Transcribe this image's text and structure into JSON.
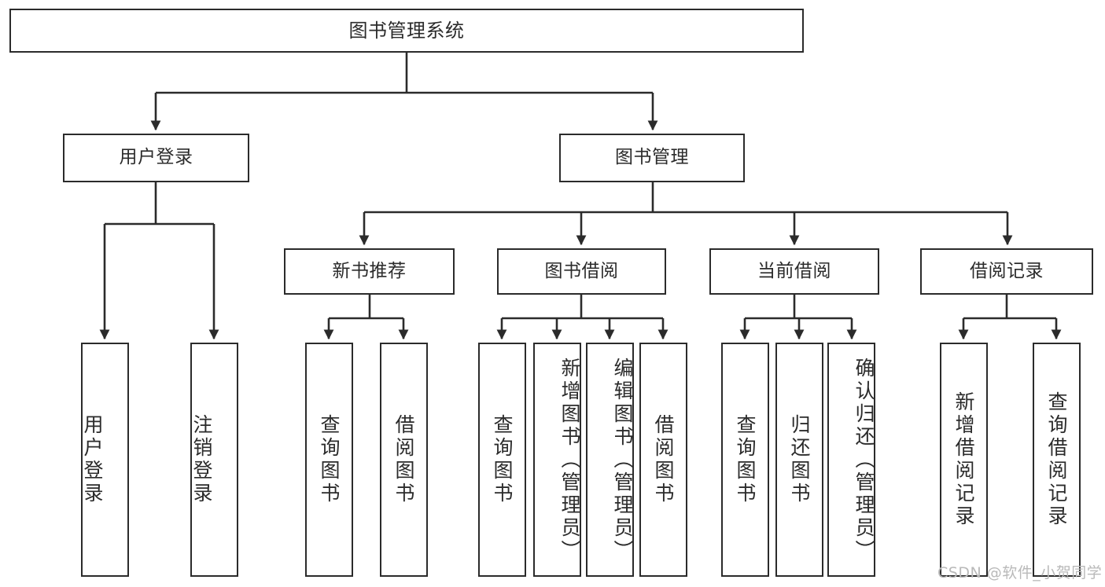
{
  "diagram": {
    "title": "图书管理系统",
    "type": "tree",
    "root": {
      "label": "图书管理系统"
    },
    "level1": [
      {
        "label": "用户登录"
      },
      {
        "label": "图书管理"
      }
    ],
    "level2": [
      {
        "label": "新书推荐"
      },
      {
        "label": "图书借阅"
      },
      {
        "label": "当前借阅"
      },
      {
        "label": "借阅记录"
      }
    ],
    "leaves": [
      {
        "label": "用户登录",
        "parent": "用户登录"
      },
      {
        "label": "注销登录",
        "parent": "用户登录"
      },
      {
        "label": "查询图书",
        "parent": "新书推荐"
      },
      {
        "label": "借阅图书",
        "parent": "新书推荐"
      },
      {
        "label": "查询图书",
        "parent": "图书借阅"
      },
      {
        "label": "新增图书（管理员）",
        "parent": "图书借阅"
      },
      {
        "label": "编辑图书（管理员）",
        "parent": "图书借阅"
      },
      {
        "label": "借阅图书",
        "parent": "图书借阅"
      },
      {
        "label": "查询图书",
        "parent": "当前借阅"
      },
      {
        "label": "归还图书",
        "parent": "当前借阅"
      },
      {
        "label": "确认归还（管理员）",
        "parent": "当前借阅"
      },
      {
        "label": "新增借阅记录",
        "parent": "借阅记录"
      },
      {
        "label": "查询借阅记录",
        "parent": "借阅记录"
      }
    ]
  },
  "watermark": {
    "text": "CSDN @软件_小贺同学"
  },
  "colors": {
    "stroke": "#2b2b2b",
    "background": "#ffffff",
    "text": "#2b2b2b",
    "watermark": "#b9b9b9"
  }
}
